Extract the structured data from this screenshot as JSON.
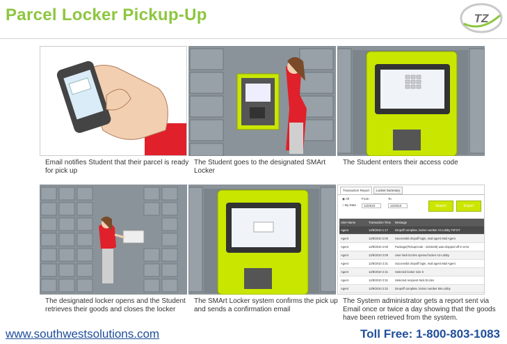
{
  "slide": {
    "title": "Parcel Locker Pickup-Up",
    "logo_text": "TZ",
    "footer_url": "www.southwestsolutions.com",
    "footer_toll": "Toll Free: 1-800-803-1083"
  },
  "steps": [
    {
      "caption": "Email notifies Student that their parcel is ready for pick up",
      "image": "phone-in-hand"
    },
    {
      "caption": "The Student goes to the designated SMArt Locker",
      "image": "student-at-locker"
    },
    {
      "caption": "The Student enters their access code",
      "image": "locker-kiosk-keypad"
    },
    {
      "caption": "The designated locker opens and the Student  retrieves their goods and closes the locker",
      "image": "student-opening-locker"
    },
    {
      "caption": "The SMArt Locker system  confirms the pick up and sends a confirmation email",
      "image": "locker-kiosk-confirm"
    },
    {
      "caption": "The System administrator gets  a report sent via Email  once or twice a day  showing  that the goods have been retrieved from the system.",
      "image": "transaction-report"
    }
  ],
  "report": {
    "tabs": [
      "Transaction Report",
      "Locker Summary"
    ],
    "filter_all": "All",
    "filter_by_date": "By Date",
    "from_label": "From",
    "to_label": "To",
    "from_value": "12/2010",
    "to_value": "12/2010",
    "search_button": "Search",
    "export_button": "Export",
    "columns": [
      "User Name",
      "Transaction Time",
      "Message"
    ],
    "rows": [
      [
        "Agent",
        "12/8/2010 1:17",
        "Dropoff complete, locker number A3 Lobby T2FGT"
      ],
      [
        "Agent",
        "12/8/2010 2:00",
        "Successful dropoff login, mail agent Mail Agent"
      ],
      [
        "Agent",
        "12/8/2010 2:00",
        "Package(PickupCode : 1043449) was dropped off in error"
      ],
      [
        "Agent",
        "12/8/2010 2:09",
        "User Nick Eccles opened locker A2-Lobby"
      ],
      [
        "Agent",
        "12/8/2010 2:31",
        "Successful dropoff login, mail agent Mail Agent"
      ],
      [
        "Agent",
        "12/8/2010 2:31",
        "Selected locker size S"
      ],
      [
        "Agent",
        "12/8/2010 2:31",
        "Selected recipient Nick Eccles"
      ],
      [
        "Agent",
        "12/8/2010 2:32",
        "Dropoff complete, locker number B6-Lobby"
      ]
    ]
  },
  "colors": {
    "title_green": "#8dc63f",
    "link_blue": "#1f4e9a",
    "locker_gray": "#8a9399",
    "kiosk_lime": "#c8e600",
    "shirt_red": "#e0202a"
  }
}
